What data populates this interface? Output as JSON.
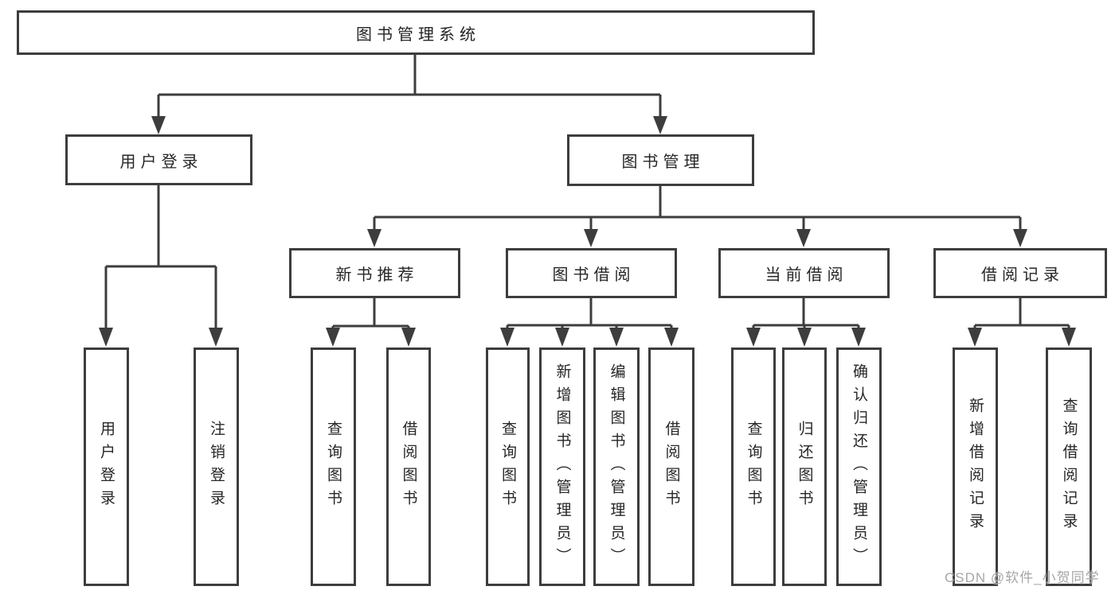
{
  "nodes": {
    "root": {
      "label": "图书管理系统"
    },
    "level1": [
      {
        "label": "用户登录"
      },
      {
        "label": "图书管理"
      }
    ],
    "level2": [
      {
        "label": "新书推荐",
        "parent": "图书管理"
      },
      {
        "label": "图书借阅",
        "parent": "图书管理"
      },
      {
        "label": "当前借阅",
        "parent": "图书管理"
      },
      {
        "label": "借阅记录",
        "parent": "图书管理"
      }
    ],
    "leaves": [
      {
        "label": "用户登录",
        "parent": "用户登录"
      },
      {
        "label": "注销登录",
        "parent": "用户登录"
      },
      {
        "label": "查询图书",
        "parent": "新书推荐"
      },
      {
        "label": "借阅图书",
        "parent": "新书推荐"
      },
      {
        "label": "查询图书",
        "parent": "图书借阅"
      },
      {
        "label": "新增图书（管理员）",
        "parent": "图书借阅"
      },
      {
        "label": "编辑图书（管理员）",
        "parent": "图书借阅"
      },
      {
        "label": "借阅图书",
        "parent": "图书借阅"
      },
      {
        "label": "查询图书",
        "parent": "当前借阅"
      },
      {
        "label": "归还图书",
        "parent": "当前借阅"
      },
      {
        "label": "确认归还（管理员）",
        "parent": "当前借阅"
      },
      {
        "label": "新增借阅记录",
        "parent": "借阅记录"
      },
      {
        "label": "查询借阅记录",
        "parent": "借阅记录"
      }
    ]
  },
  "watermark": {
    "text": "CSDN @软件_小贺同学"
  },
  "colors": {
    "line": "#3d3d3d",
    "text": "#262626",
    "watermark": "#a6a6a6",
    "background": "#ffffff"
  }
}
